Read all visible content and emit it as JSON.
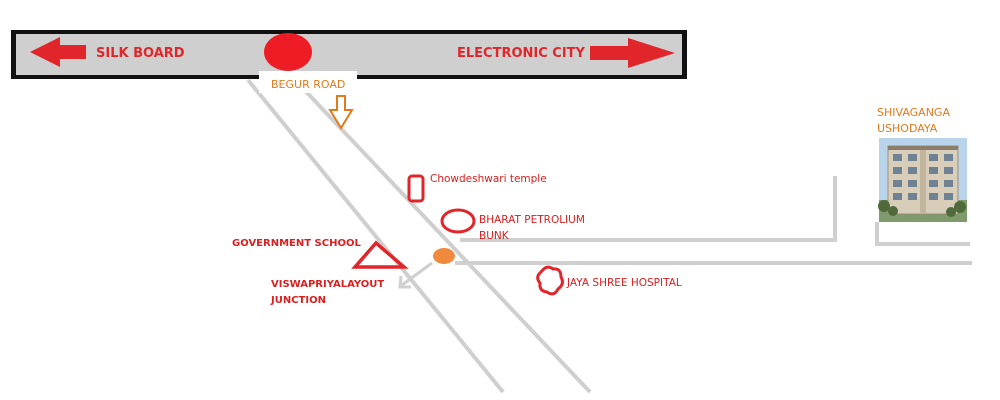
{
  "highway": {
    "left_destination": "SILK BOARD",
    "right_destination": "ELECTRONIC CITY",
    "junction_road": "BEGUR ROAD"
  },
  "landmarks": {
    "temple": "Chowdeshwari temple",
    "petrol_bunk_line1": "BHARAT PETROLIUM",
    "petrol_bunk_line2": "BUNK",
    "school": "GOVERNMENT SCHOOL",
    "junction_line1": "VISWAPRIYALAYOUT",
    "junction_line2": "JUNCTION",
    "hospital": "JAYA SHREE HOSPITAL"
  },
  "destination": {
    "line1": "SHIVAGANGA",
    "line2": "USHODAYA"
  },
  "colors": {
    "road": "#d0d0d0",
    "marker_red": "#e0262b",
    "accent_orange": "#e07a1c",
    "junction_dot": "#f08a3c"
  }
}
